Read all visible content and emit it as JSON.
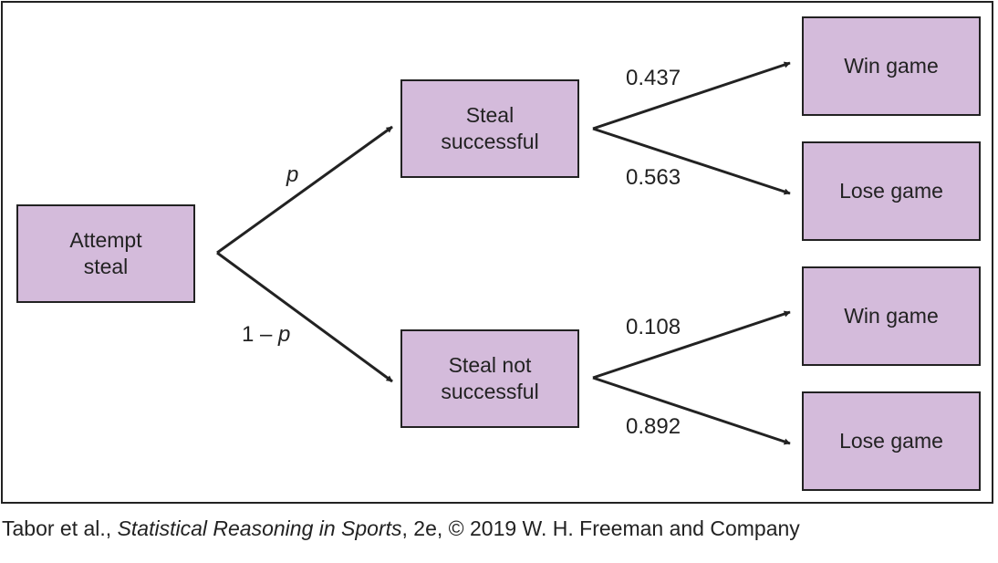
{
  "nodes": {
    "attempt": "Attempt\nsteal",
    "steal_success": "Steal\nsuccessful",
    "steal_fail": "Steal not\nsuccessful",
    "win1": "Win game",
    "lose1": "Lose game",
    "win2": "Win game",
    "lose2": "Lose game"
  },
  "edges": {
    "p": "p",
    "one_minus": "1 –",
    "one_minus_p": "p",
    "prob_win_success": "0.437",
    "prob_lose_success": "0.563",
    "prob_win_fail": "0.108",
    "prob_lose_fail": "0.892"
  },
  "caption": {
    "authors": "Tabor et al., ",
    "book": "Statistical Reasoning in Sports",
    "rest": ", 2e, © 2019 W. H. Freeman and Company"
  },
  "colors": {
    "box_fill": "#d4bbdb",
    "stroke": "#222222"
  }
}
